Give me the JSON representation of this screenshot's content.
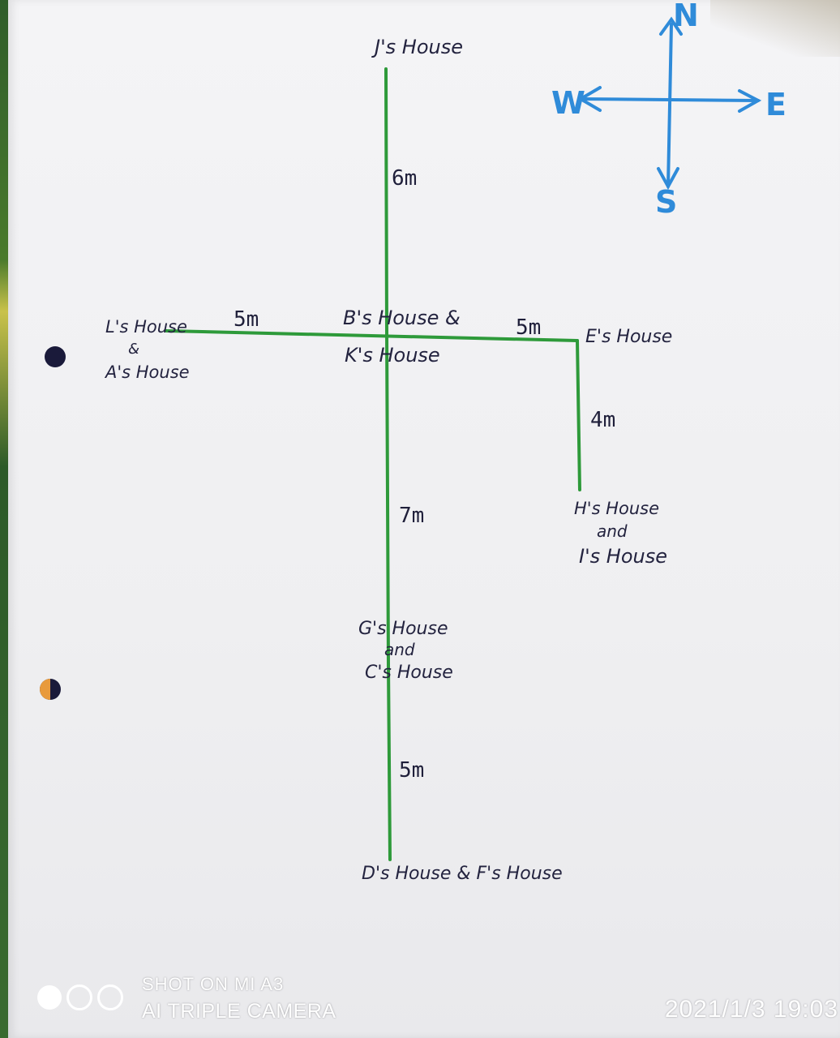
{
  "compass": {
    "north": "N",
    "south": "S",
    "east": "E",
    "west": "W"
  },
  "houses": {
    "j": "J's House",
    "l": "L's House",
    "l_and": "&",
    "a": "A's House",
    "b": "B's House &",
    "k": "K's House",
    "e": "E's House",
    "h": "H's House",
    "h_and": "and",
    "i": "I's House",
    "g": "G's House",
    "g_and": "and",
    "c": "C's House",
    "df": "D's House & F's House"
  },
  "distances": {
    "j_b": "6m",
    "l_b": "5m",
    "b_e": "5m",
    "e_h": "4m",
    "b_g": "7m",
    "g_d": "5m"
  },
  "colors": {
    "path": "#2e9a3a",
    "compass": "#2f8bd9",
    "ink": "#23233f"
  },
  "watermark": {
    "line1": "SHOT ON MI A3",
    "line2": "AI TRIPLE CAMERA",
    "datetime": "2021/1/3  19:03"
  }
}
